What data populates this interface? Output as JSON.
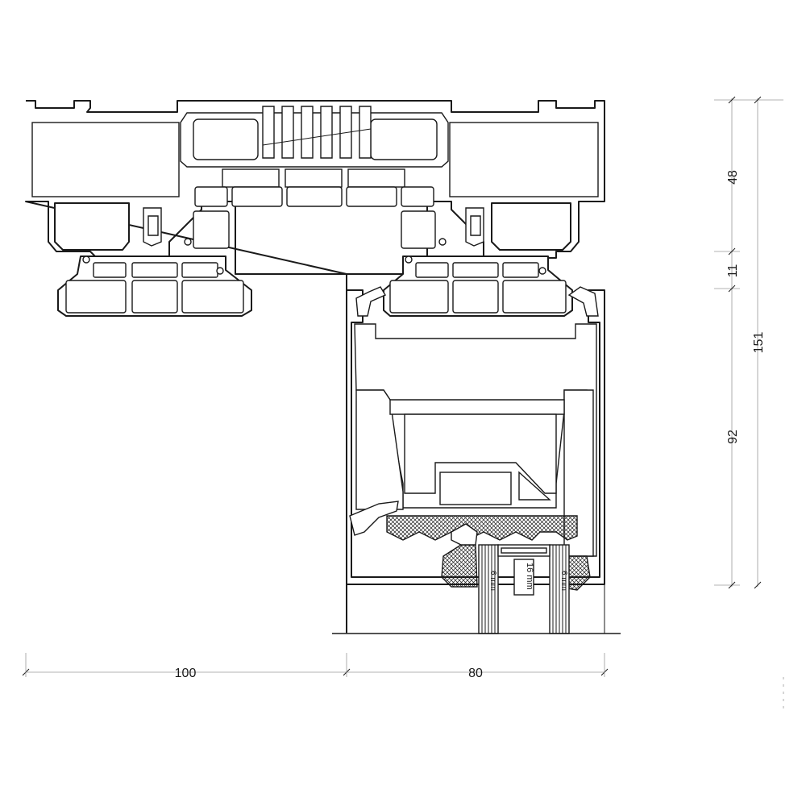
{
  "dimensions": {
    "horizontal_left": "100",
    "horizontal_right": "80",
    "vertical_top": "48",
    "vertical_middle": "11",
    "vertical_bottom": "92",
    "vertical_total": "151"
  },
  "glazing_labels": {
    "pane_left": "6 mm",
    "gap_center": "16 mm",
    "pane_right": "6 mm"
  },
  "colors": {
    "line": "#1a1a1a",
    "hatch": "#1a1a1a",
    "background": "#ffffff"
  }
}
